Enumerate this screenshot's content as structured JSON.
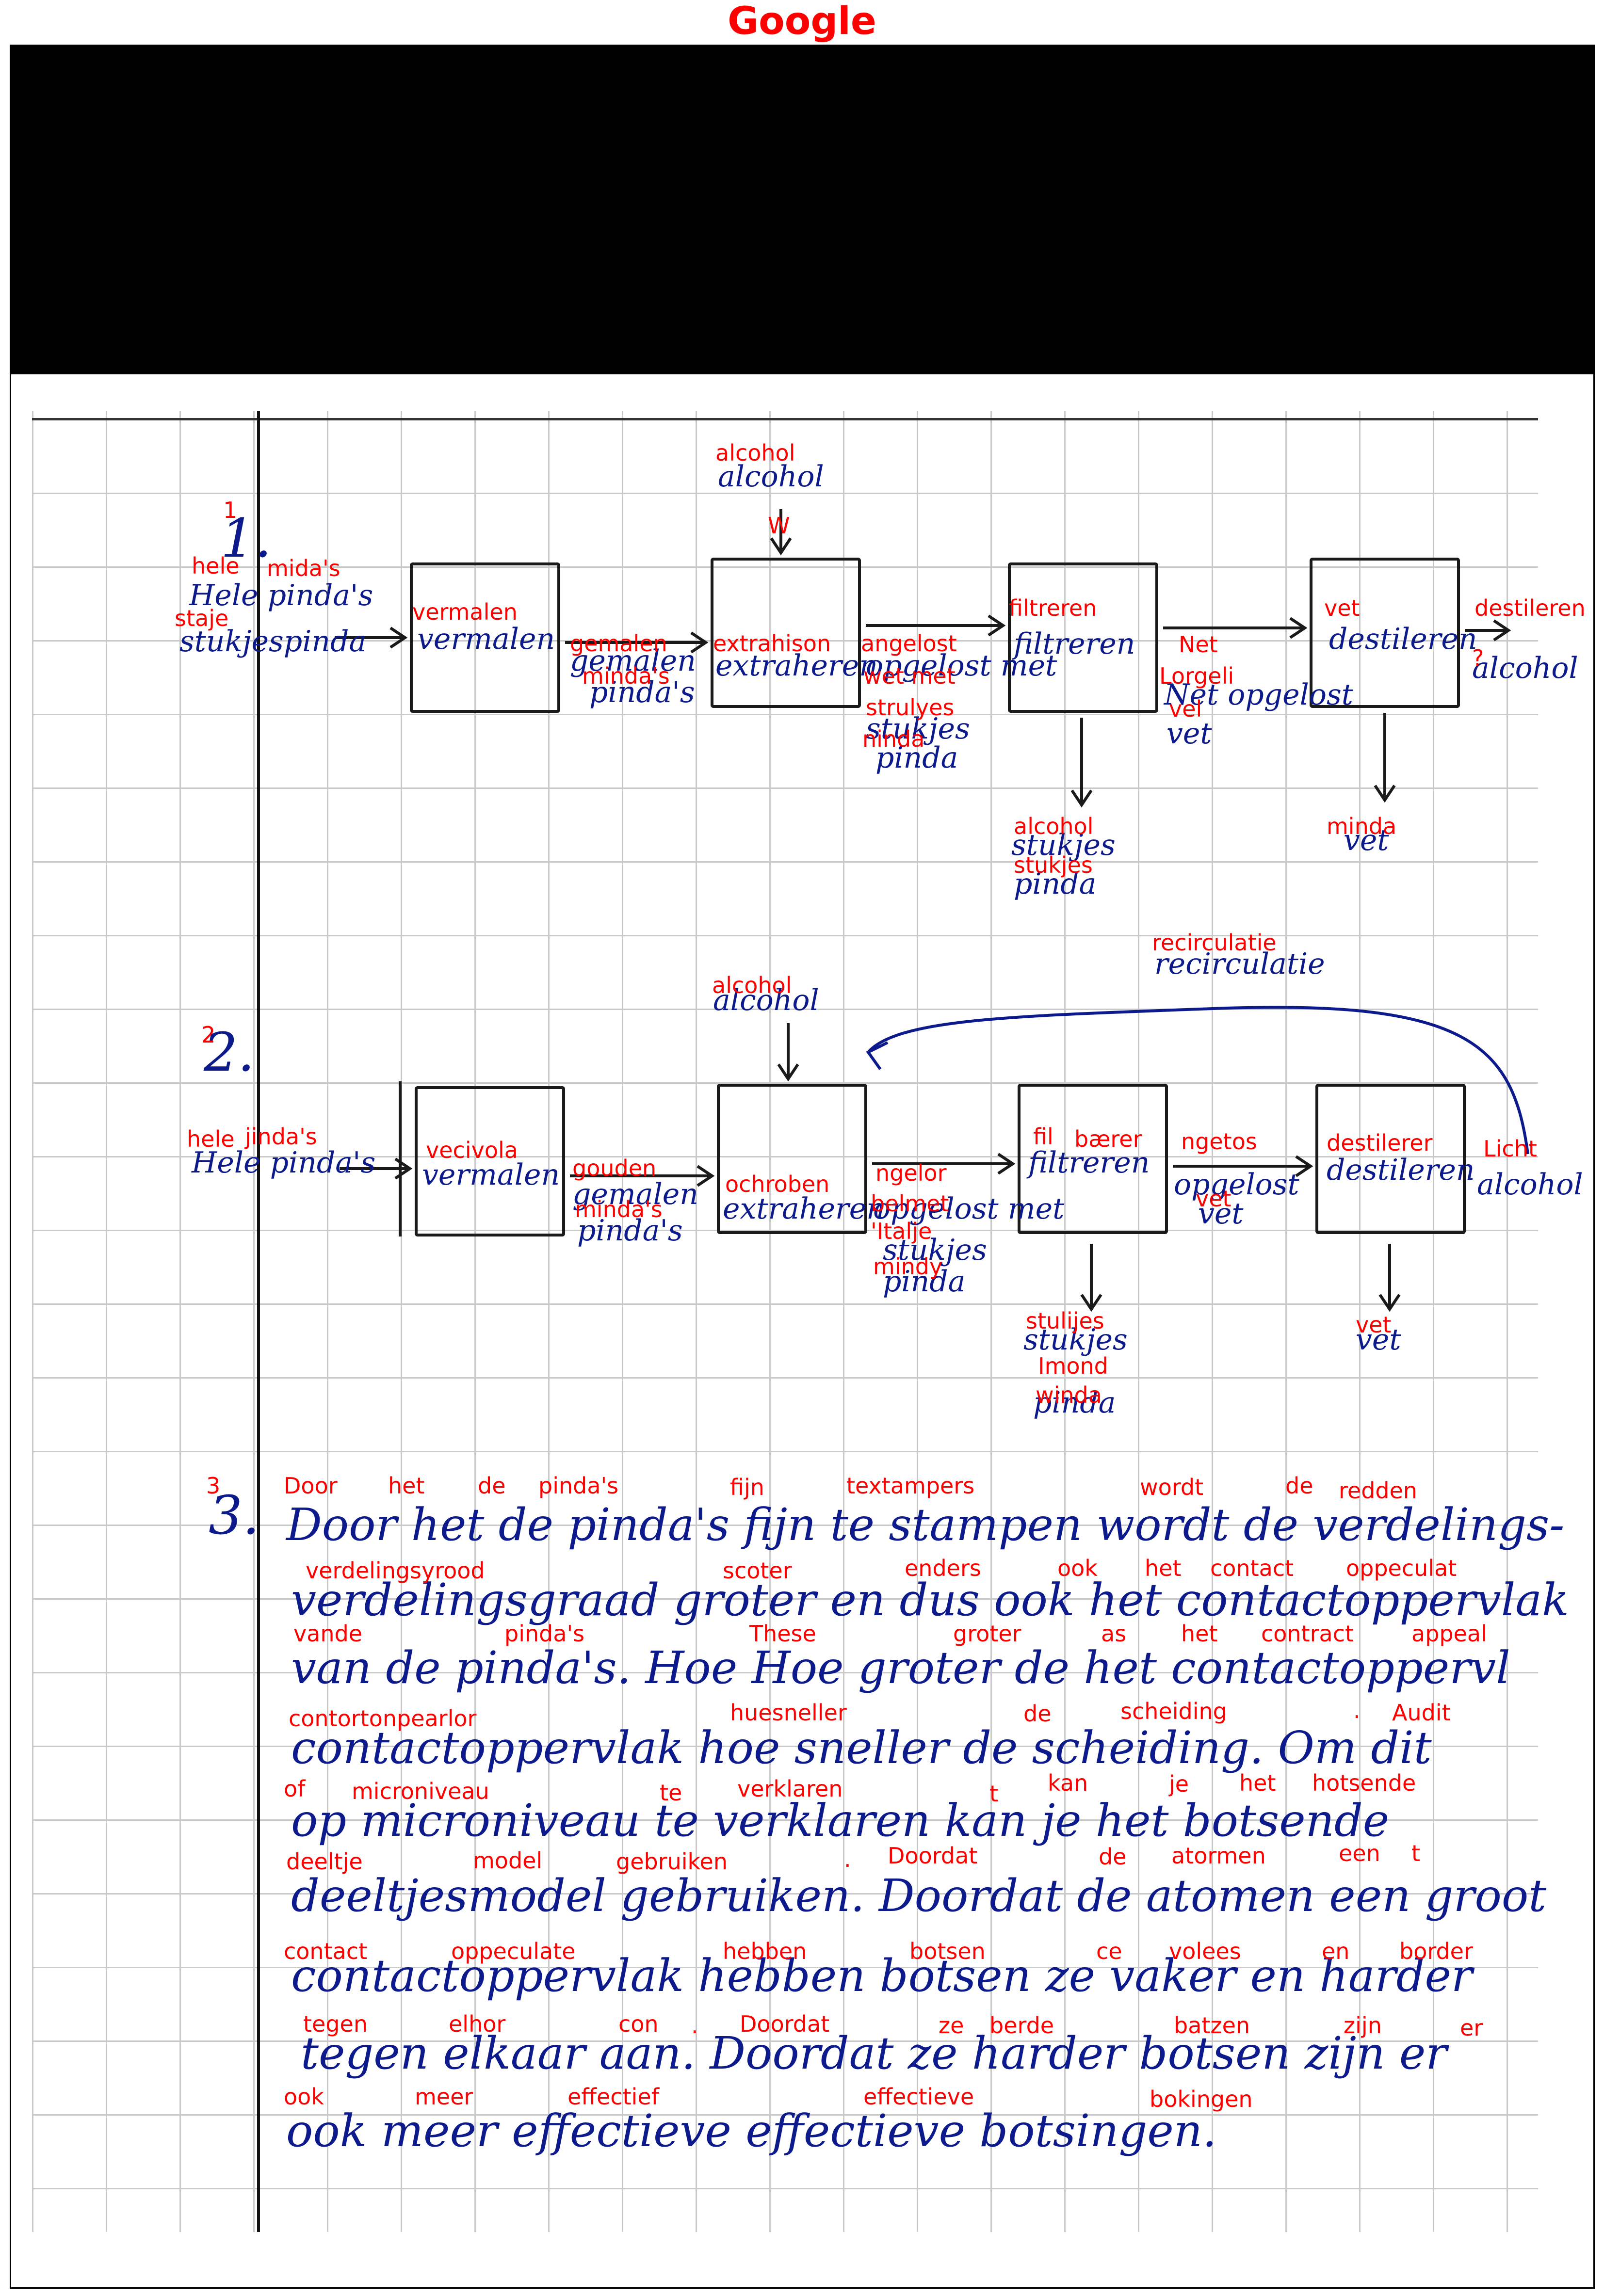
{
  "header": {
    "title": "Google"
  },
  "section1": {
    "number": "1",
    "labels": [
      "hele",
      "mida's",
      "staje",
      "vermalen",
      "gemalen",
      "minda's",
      "alcohol",
      "W",
      "extrahison",
      "angelost",
      "wet met",
      "strulyes",
      "ninda",
      "filtreren",
      "Net",
      "Lorgeli",
      "vel",
      "vet",
      "destileren",
      "?",
      "alcohol",
      "stukjes",
      "minda",
      "vet"
    ]
  },
  "section2": {
    "number": "2",
    "labels": [
      "hele",
      "jinda's",
      "vecivola",
      "gouden",
      "minda's",
      "alcohol",
      "ochroben",
      "ngelor",
      "belmet",
      "'Italje",
      "mindy",
      "fil",
      "bærer",
      "ngetos",
      "vet",
      "recirculatie",
      "destilerer",
      "Licht",
      "stulijes",
      "Imond",
      "winda",
      "vet"
    ]
  },
  "section3": {
    "number": "3",
    "lines": [
      [
        "Door",
        "het",
        "de",
        "pinda's",
        "fijn",
        "textampers",
        "wordt",
        "de",
        "redden"
      ],
      [
        "verdelingsyrood",
        "scoter",
        "enders",
        "ook",
        "het",
        "contact",
        "oppeculat"
      ],
      [
        "vande",
        "pinda's",
        "These",
        "groter",
        "as",
        "het",
        "contract",
        "appeal"
      ],
      [
        "contortonpearlor",
        "huesneller",
        "de",
        "scheiding",
        ".",
        "Audit"
      ],
      [
        "of",
        "microniveau",
        "te",
        "verklaren",
        "t",
        "kan",
        "je",
        "het",
        "hotsende"
      ],
      [
        "deeltje",
        "model",
        "gebruiken",
        ".",
        "Doordat",
        "de",
        "atormen",
        "een",
        "t"
      ],
      [
        "contact",
        "oppeculate",
        "hebben",
        "botsen",
        "ce",
        "volees",
        "en",
        "border"
      ],
      [
        "tegen",
        "elhor",
        "con",
        ".",
        "Doordat",
        "ze",
        "berde",
        "batzen",
        "zijn",
        "er"
      ],
      [
        "ook",
        "meer",
        "effectief",
        "effectieve",
        "bokingen"
      ]
    ]
  },
  "handwriting": {
    "s1": [
      "alcohol",
      "Hele pinda's",
      "stukjespinda",
      "vermalen",
      "gemalen",
      "pinda's",
      "extraheren",
      "opgelost met",
      "stukjes",
      "pinda",
      "filtreren",
      "Net opgelost",
      "vet",
      "destileren",
      "alcohol",
      "stukjes",
      "pinda",
      "vet"
    ],
    "s2": [
      "recirculatie",
      "alcohol",
      "Hele pinda's",
      "vermalen",
      "gemalen",
      "pinda's",
      "extraheren",
      "opgelost met",
      "stukjes",
      "pinda",
      "filtreren",
      "opgelost",
      "vet",
      "destileren",
      "alcohol",
      "stukjes",
      "pinda",
      "vet"
    ],
    "s3": [
      "Door het de pinda's fijn te stampen wordt de verdelings-",
      "verdelingsgraad groter en dus ook het contactoppervlak",
      "van de pinda's. Hoe Hoe groter de het contactoppervl",
      "contactoppervlak hoe sneller de scheiding. Om dit",
      "op microniveau te verklaren kan je het botsende",
      "deeltjesmodel gebruiken. Doordat de atomen een groot",
      "contactoppervlak hebben botsen ze vaker en harder",
      "tegen elkaar aan. Doordat ze harder botsen zijn er",
      "ook meer effectieve effectieve botsingen."
    ]
  }
}
